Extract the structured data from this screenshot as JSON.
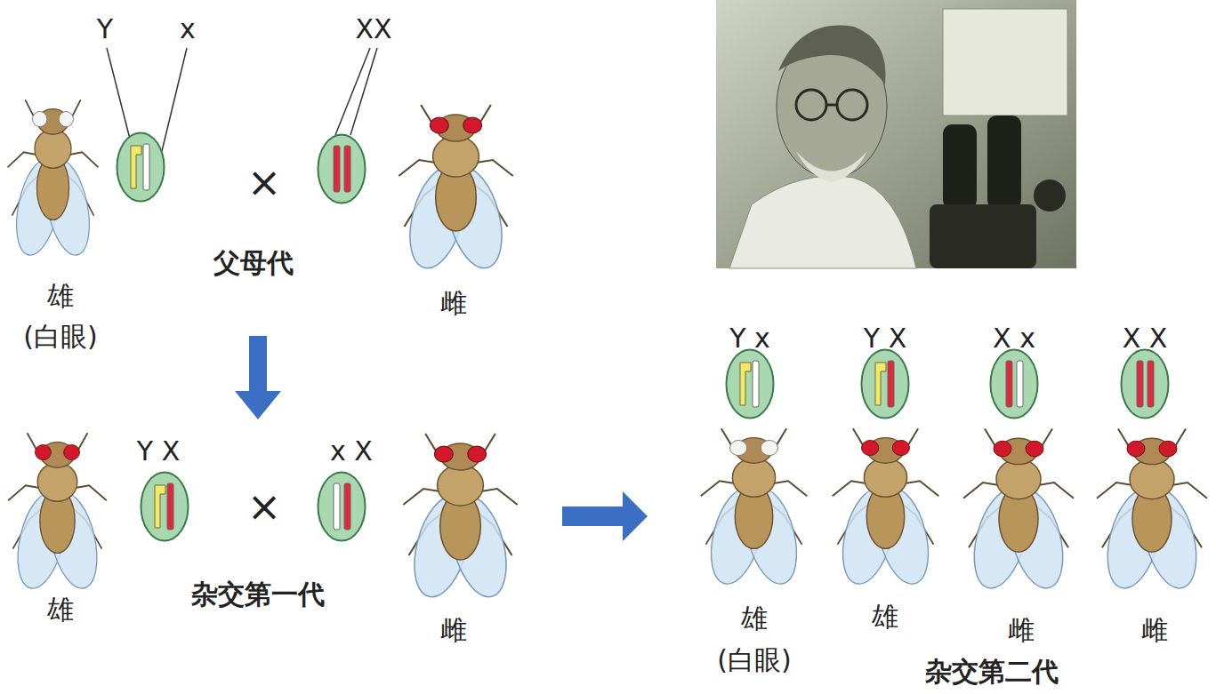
{
  "diagram": {
    "nodes": [
      {
        "text": [
          "Y",
          "x"
        ]
      },
      {
        "text": [
          "XX"
        ]
      },
      {
        "text": [
          "Y X"
        ]
      },
      {
        "text": [
          "x X"
        ]
      },
      {
        "text": [
          "Y x"
        ]
      },
      {
        "text": [
          "Y X"
        ]
      },
      {
        "text": [
          "X x"
        ]
      },
      {
        "text": [
          "X X"
        ]
      }
    ],
    "labels": [
      "×",
      "父母代",
      "雄",
      "(白眼)",
      "雌",
      "×",
      "杂交第一代",
      "雄",
      "雌",
      "雄",
      "(白眼)",
      "雄",
      "雌",
      "雌",
      "杂交第二代"
    ]
  }
}
